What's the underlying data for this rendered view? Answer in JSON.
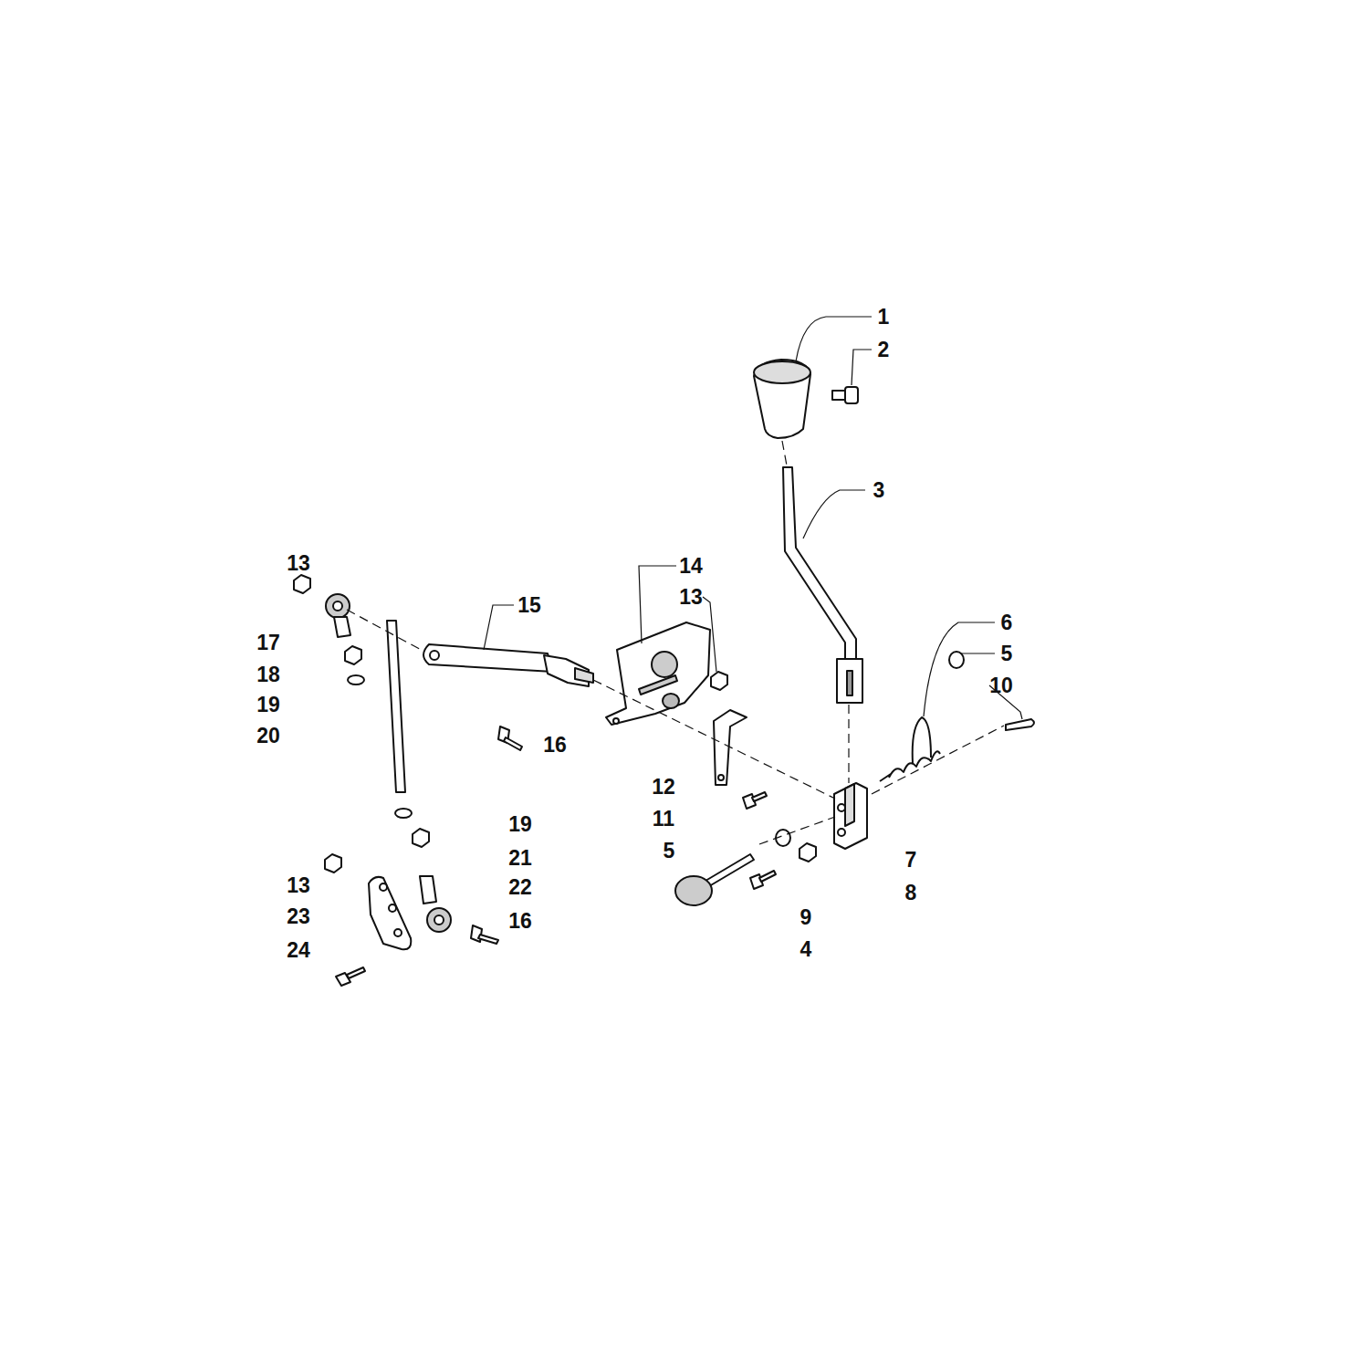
{
  "diagram": {
    "labels": [
      "1",
      "2",
      "3",
      "14",
      "13",
      "15",
      "13",
      "6",
      "17",
      "5",
      "18",
      "10",
      "19",
      "20",
      "16",
      "12",
      "11",
      "19",
      "5",
      "21",
      "7",
      "13",
      "22",
      "8",
      "23",
      "9",
      "16",
      "24",
      "4"
    ]
  }
}
